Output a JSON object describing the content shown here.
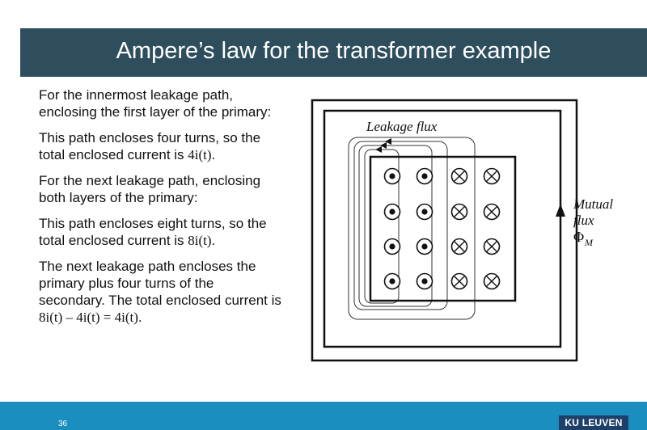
{
  "slide": {
    "title": "Ampere’s law for the transformer example",
    "page_number": "36",
    "logo_text": "KU LEUVEN"
  },
  "paragraphs": [
    {
      "text": "For the innermost leakage path, enclosing the first layer of the primary:"
    },
    {
      "text": "This path encloses four turns, so the total enclosed current is ",
      "math": "4i(t)",
      "suffix": "."
    },
    {
      "text": "For the next leakage path, enclosing both layers of the primary:"
    },
    {
      "text": "This path encloses eight turns, so the total enclosed current is ",
      "math": "8i(t)",
      "suffix": "."
    },
    {
      "text": "The next leakage path encloses the primary plus four turns of the secondary. The total enclosed current is ",
      "math": "8i(t) – 4i(t) = 4i(t)",
      "suffix": "."
    }
  ],
  "diagram": {
    "leakage_label": "Leakage flux",
    "mutual_label_1": "Mutual",
    "mutual_label_2": "flux",
    "phi_symbol": "Φ",
    "phi_subscript": "M",
    "conductor_columns": [
      "dot",
      "dot",
      "cross",
      "cross"
    ],
    "rows": 4
  },
  "colors": {
    "title_bar": "#2e4e5e",
    "footer": "#1a8fbf",
    "logo": "#1e3f6a"
  }
}
